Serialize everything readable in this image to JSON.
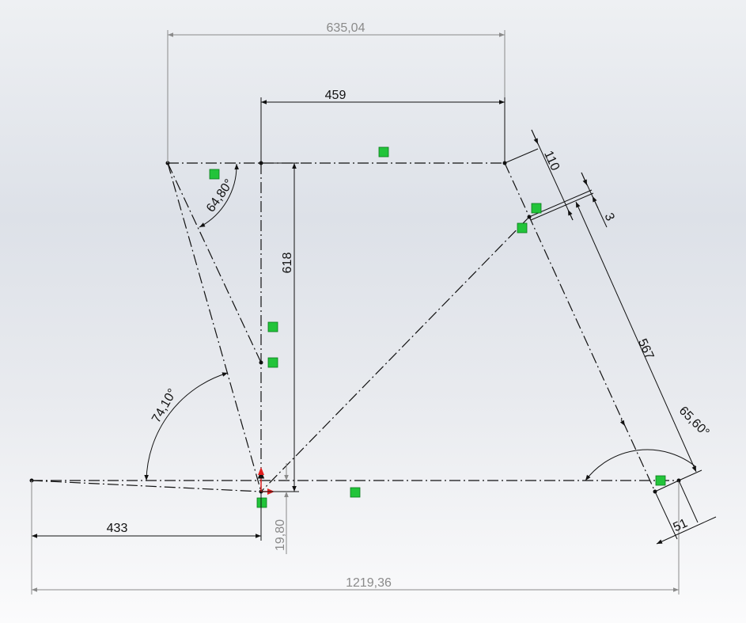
{
  "dimensions": {
    "top_overall": "635,04",
    "top_tube": "459",
    "stack": "618",
    "bb_drop": "19,80",
    "rear_horizontal": "433",
    "overall_length": "1219,36",
    "head_offset": "110",
    "head_gap": "3",
    "fork_length": "567",
    "fork_offset": "51",
    "seat_angle": "74,10°",
    "seat_stay_angle": "64,80°",
    "head_angle": "65,60°"
  },
  "colors": {
    "relation": "#22c43a",
    "origin": "#e02020",
    "driven_dimension": "#8a8a8a"
  }
}
